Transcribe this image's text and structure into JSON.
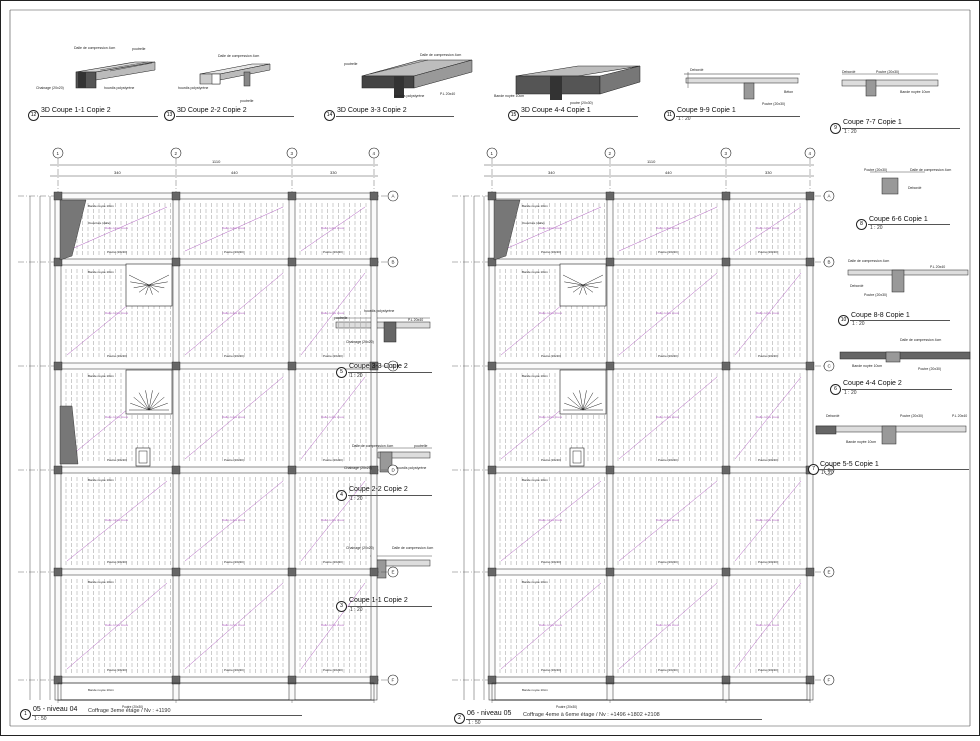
{
  "sheet": {
    "background": "#ffffff",
    "line_color": "#222222",
    "accent": "#b060c0"
  },
  "views_3d": [
    {
      "id": "12",
      "title": "3D Coupe 1-1 Copie 2",
      "labels": [
        "Dalle de compression 4cm",
        "poutrelle",
        "Chainage (20x20)",
        "hourdis polystyrène"
      ]
    },
    {
      "id": "13",
      "title": "3D Coupe 2-2 Copie 2",
      "labels": [
        "Dalle de compression 4cm",
        "hourdis polystyrène",
        "poutrelle"
      ]
    },
    {
      "id": "14",
      "title": "3D Coupe 3-3 Copie 2",
      "labels": [
        "Dalle de compression 4cm",
        "poutrelle",
        "hourdis polystyrène",
        "P.L 20x40"
      ]
    },
    {
      "id": "15",
      "title": "3D Coupe 4-4 Copie 1",
      "labels": [
        "Bande noyée 10cm",
        "poutre (20x30)"
      ]
    }
  ],
  "sections": [
    {
      "id": "11",
      "title": "Coupe 9-9 Copie 1",
      "scale": "1 : 20"
    },
    {
      "id": "9",
      "title": "Coupe 7-7 Copie 1",
      "scale": "1 : 20"
    },
    {
      "id": "8",
      "title": "Coupe 6-6 Copie 1",
      "scale": "1 : 20"
    },
    {
      "id": "10",
      "title": "Coupe 8-8 Copie 1",
      "scale": "1 : 20"
    },
    {
      "id": "6",
      "title": "Coupe 4-4 Copie 2",
      "scale": "1 : 20"
    },
    {
      "id": "7",
      "title": "Coupe 5-5 Copie 1",
      "scale": "1 : 20"
    },
    {
      "id": "5",
      "title": "Coupe 3-3 Copie 2",
      "scale": "1 : 20"
    },
    {
      "id": "4",
      "title": "Coupe 2-2 Copie 2",
      "scale": "1 : 20"
    },
    {
      "id": "3",
      "title": "Coupe 1-1 Copie 2",
      "scale": "1 : 20"
    }
  ],
  "section_labels": {
    "dalle": "Dalle de compression 4cm",
    "poutrelle": "poutrelle",
    "hourdis": "hourdis polystyrène",
    "chainage": "Chainage (20x20)",
    "poutre": "Poutre (20x30)",
    "bande": "Bande noyée 10cm",
    "debord": "Debordé",
    "beton": "Béton",
    "pl": "P.L 20x40"
  },
  "plans": [
    {
      "id": "1",
      "title": "05 - niveau 04",
      "caption": "Coffrage 3eme étage / Nv : +1190",
      "scale": "1 : 50"
    },
    {
      "id": "2",
      "title": "06 - niveau 05",
      "caption": "Coffrage 4eme à 6eme étage / Nv : +1496 +1802 +2108",
      "scale": "1 : 50"
    }
  ],
  "grid": {
    "columns": [
      "1",
      "2",
      "3",
      "4"
    ],
    "rows": [
      "A",
      "B",
      "C",
      "D",
      "E",
      "F"
    ]
  },
  "plan_labels": {
    "poutre": "Poutre (20x30)",
    "bande": "Bande noyée 10cm",
    "ouverture": "Ouverture (dalle)",
    "slope": "Dalle corps creux",
    "dim_total": "1110",
    "dim_a": "340",
    "dim_b": "440",
    "dim_c": "330",
    "pl": "P.L 20x40"
  }
}
